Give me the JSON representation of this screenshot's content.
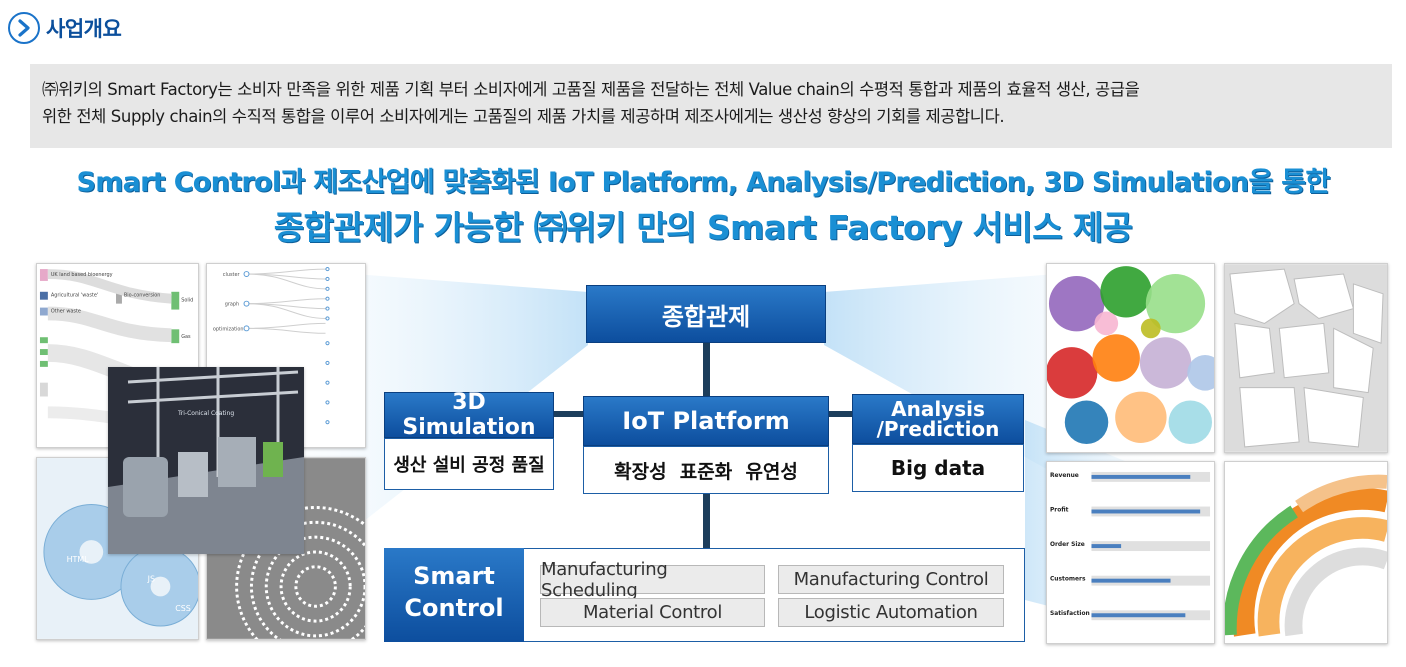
{
  "section": {
    "title": "사업개요",
    "icon": "chevron-right-icon"
  },
  "intro": {
    "line1": "㈜위키의 Smart Factory는 소비자 만족을 위한 제품 기획 부터 소비자에게 고품질 제품을 전달하는 전체 Value chain의 수평적 통합과 제품의 효율적 생산, 공급을",
    "line2": "위한 전체 Supply chain의 수직적 통합을 이루어 소비자에게는 고품질의 제품 가치를 제공하며 제조사에게는 생산성 향상의 기회를 제공합니다."
  },
  "headline": {
    "line1": "Smart Control과 제조산업에 맞춤화된 IoT Platform, Analysis/Prediction, 3D Simulation을 통한",
    "line2": "종합관제가 가능한 ㈜위키 만의 Smart Factory 서비스 제공"
  },
  "diagram": {
    "top": "종합관제",
    "simulation": {
      "title": "3D Simulation",
      "desc": "생산 설비 공정 품질"
    },
    "iot": {
      "title": "IoT Platform",
      "desc": "확장성  표준화  유연성"
    },
    "analysis": {
      "title_line1": "Analysis",
      "title_line2": "/Prediction",
      "desc": "Big data"
    },
    "smart_control": {
      "title_line1": "Smart",
      "title_line2": "Control",
      "items": [
        "Manufacturing Scheduling",
        "Manufacturing Control",
        "Material Control",
        "Logistic Automation"
      ]
    }
  },
  "colors": {
    "accent": "#1a8fd4",
    "box_blue": "#0d4e9e",
    "connector": "#1d3e5c"
  }
}
